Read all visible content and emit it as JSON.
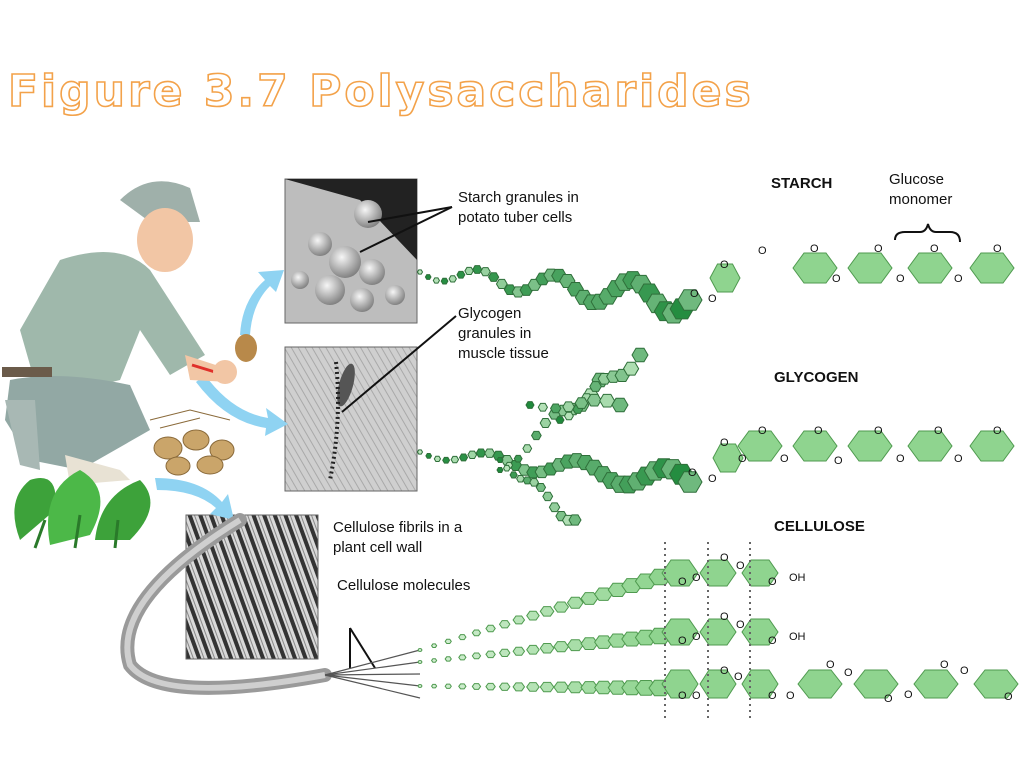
{
  "title": "Figure 3.7 Polysaccharides",
  "labels": {
    "starch_granules": "Starch granules in potato tuber cells",
    "glycogen_granules": "Glycogen granules in muscle tissue",
    "cellulose_fibrils": "Cellulose fibrils in a plant cell wall",
    "cellulose_molecules": "Cellulose molecules",
    "glucose_monomer": "Glucose monomer"
  },
  "headers": {
    "starch": "STARCH",
    "glycogen": "GLYCOGEN",
    "cellulose": "CELLULOSE"
  },
  "atoms": {
    "oxygen": "O",
    "hydroxyl": "OH"
  },
  "colors": {
    "title_outline": "#f3a24a",
    "ring_fill": "#8fd48f",
    "ring_stroke": "#4f9a4f",
    "chain_dark": "#1f8a3c",
    "chain_light": "#bfe8c0",
    "arrow": "#8fd3f2",
    "shirt": "#9fb8ab",
    "cap": "#9fb0aa"
  }
}
